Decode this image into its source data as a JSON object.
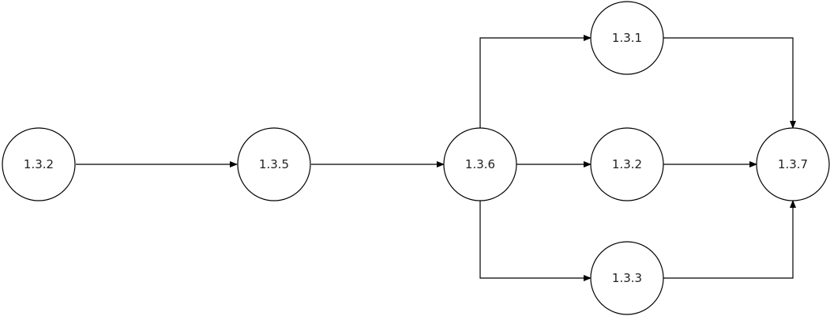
{
  "diagram": {
    "nodes": [
      {
        "id": "n1",
        "label": "1.3.2"
      },
      {
        "id": "n2",
        "label": "1.3.5"
      },
      {
        "id": "n3",
        "label": "1.3.6"
      },
      {
        "id": "n4",
        "label": "1.3.1"
      },
      {
        "id": "n5",
        "label": "1.3.2"
      },
      {
        "id": "n6",
        "label": "1.3.3"
      },
      {
        "id": "n7",
        "label": "1.3.7"
      }
    ],
    "edges": [
      {
        "from": "n1",
        "to": "n2"
      },
      {
        "from": "n2",
        "to": "n3"
      },
      {
        "from": "n3",
        "to": "n4"
      },
      {
        "from": "n3",
        "to": "n5"
      },
      {
        "from": "n3",
        "to": "n6"
      },
      {
        "from": "n4",
        "to": "n7"
      },
      {
        "from": "n5",
        "to": "n7"
      },
      {
        "from": "n6",
        "to": "n7"
      }
    ],
    "colors": {
      "stroke": "#000000",
      "fill": "#ffffff",
      "text": "#222222"
    }
  }
}
